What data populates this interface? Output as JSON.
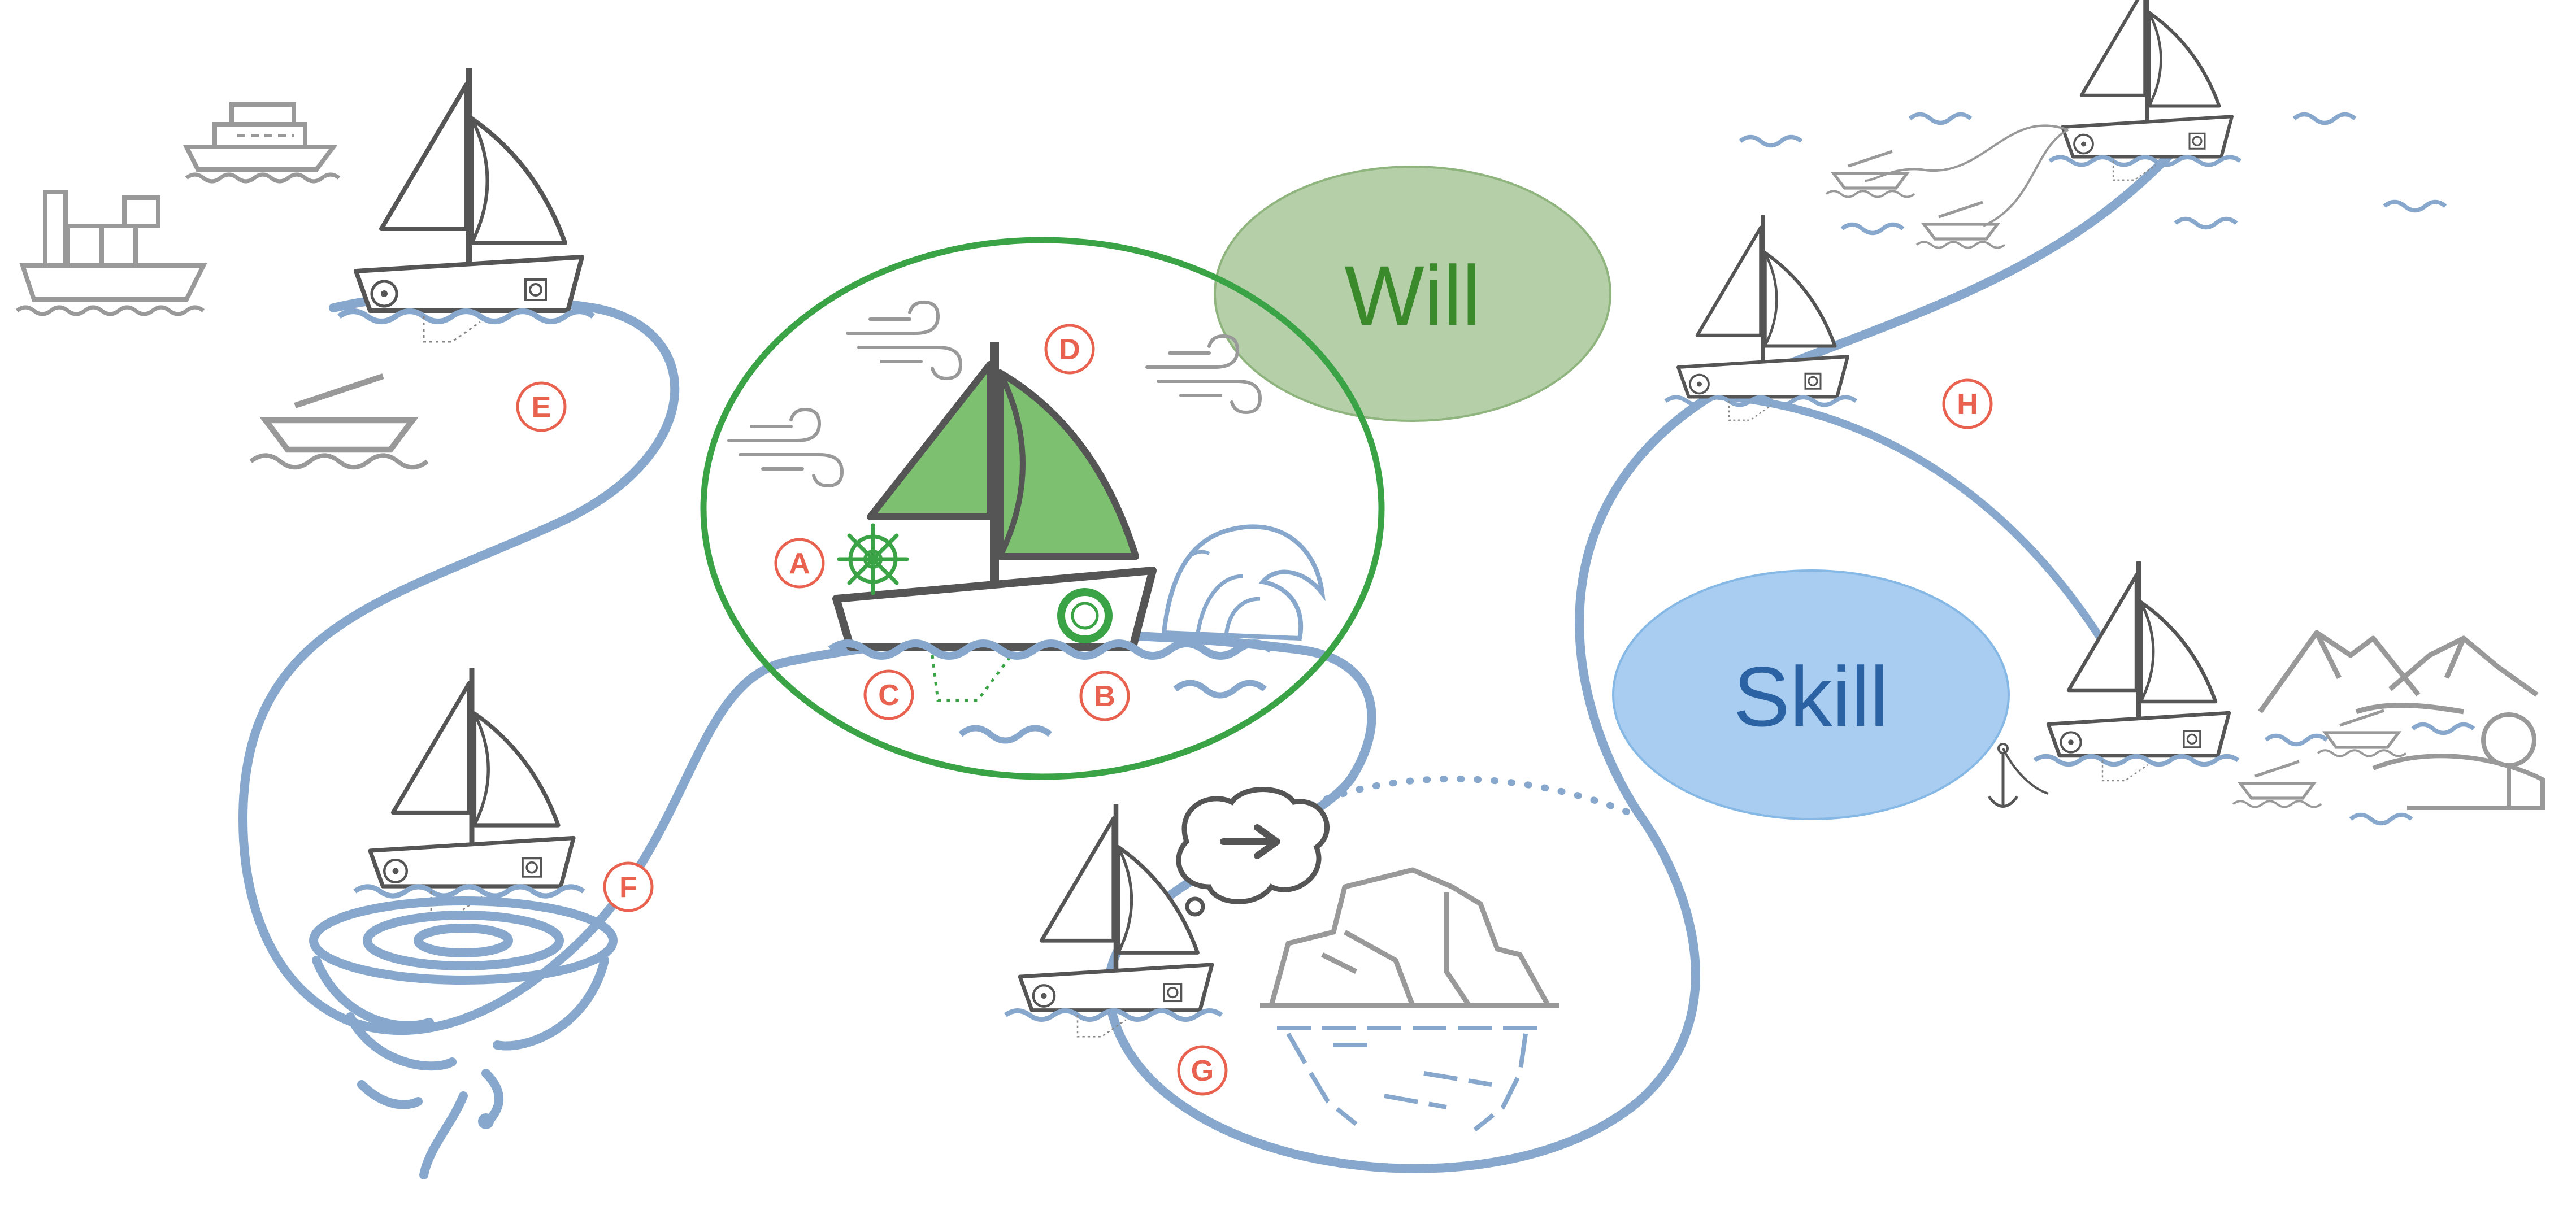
{
  "labels": {
    "will": "Will",
    "skill": "Skill"
  },
  "markers": {
    "a": "A",
    "b": "B",
    "c": "C",
    "d": "D",
    "e": "E",
    "f": "F",
    "g": "G",
    "h": "H"
  },
  "colors": {
    "path": "#87a8cc",
    "boat_stroke": "#555555",
    "gray_icon": "#999999",
    "green_sail": "#7cc070",
    "green_outline": "#3aa346",
    "will_fill": "#b5cfa8",
    "will_text": "#3a8a2c",
    "skill_fill": "#a9cdf0",
    "skill_text": "#2a62a3",
    "marker": "#e8624f"
  },
  "icons": [
    "sailboat-icon",
    "cruise-ship-icon",
    "cargo-ship-icon",
    "rowboat-icon",
    "wind-icon",
    "wave-crest-icon",
    "helm-wheel-icon",
    "life-ring-icon",
    "whirlpool-icon",
    "iceberg-icon",
    "thought-bubble-icon",
    "mountain-icon",
    "tree-icon",
    "anchor-icon"
  ]
}
